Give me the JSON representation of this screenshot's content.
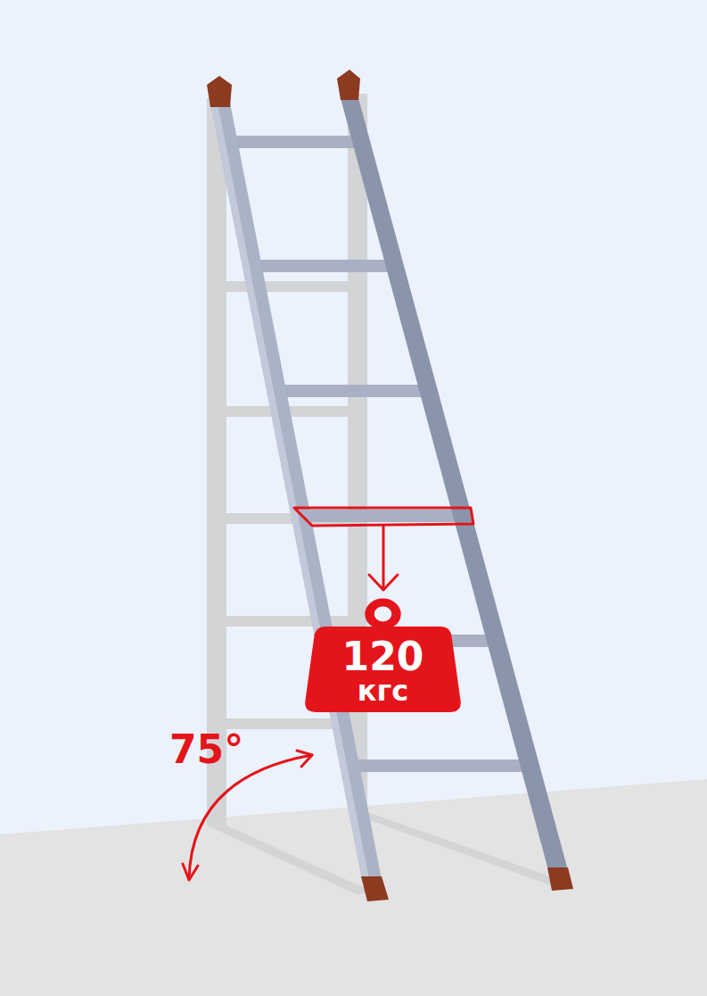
{
  "diagram": {
    "nodes": [
      {
        "text": [
          "120",
          "кгс"
        ]
      }
    ],
    "labels": [
      "75°"
    ]
  }
}
